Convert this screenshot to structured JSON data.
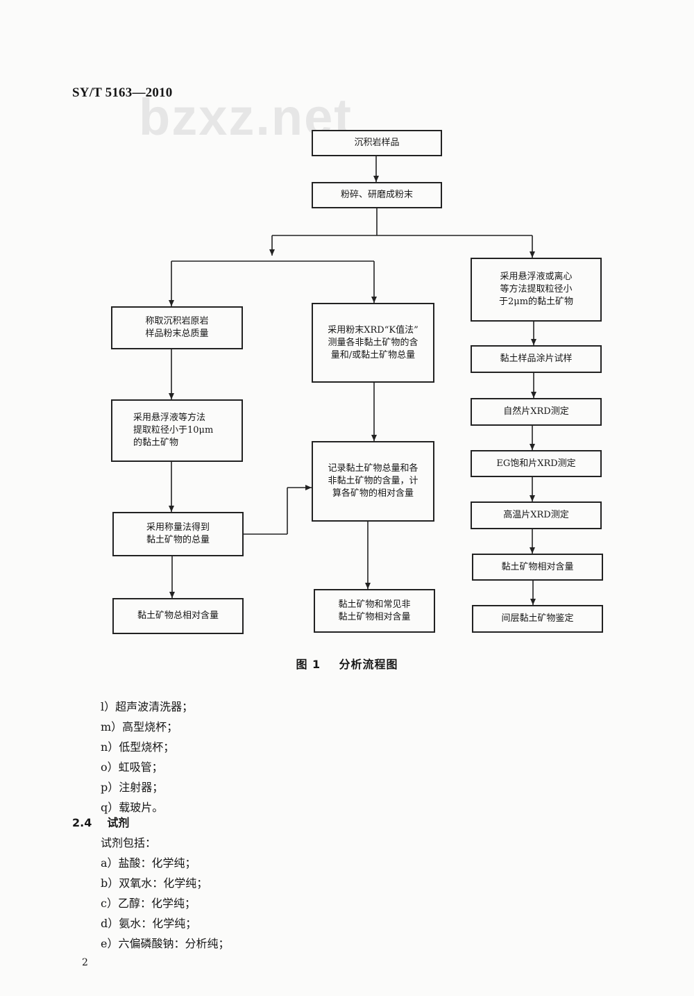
{
  "header": {
    "standard_code": "SY/T 5163—2010",
    "watermark": "bzxz.net"
  },
  "figure": {
    "caption_number": "图 1",
    "caption_text": "分析流程图",
    "nodes": {
      "sample": "沉积岩样品",
      "grind": "粉碎、研磨成粉末",
      "l_weigh": "称取沉积岩原岩\n样品粉末总质量",
      "l_extract": "采用悬浮液等方法\n提取粒径小于10μm\n的黏土矿物",
      "l_total": "采用称量法得到\n黏土矿物的总量",
      "l_result": "黏土矿物总相对含量",
      "m_xrd": "采用粉末XRD“K值法”\n测量各非黏土矿物的含\n量和/或黏土矿物总量",
      "m_record": "记录黏土矿物总量和各\n非黏土矿物的含量，计\n算各矿物的相对含量",
      "m_result": "黏土矿物和常见非\n黏土矿物相对含量",
      "r_extract": "采用悬浮液或离心\n等方法提取粒径小\n于2μm的黏土矿物",
      "r_smear": "黏土样品涂片试样",
      "r_natural": "自然片XRD测定",
      "r_eg": "EG饱和片XRD测定",
      "r_heat": "高温片XRD测定",
      "r_relative": "黏土矿物相对含量",
      "r_mixed": "间层黏土矿物鉴定"
    }
  },
  "equipment_list": [
    "l）超声波清洗器；",
    "m）高型烧杯；",
    "n）低型烧杯；",
    "o）虹吸管；",
    "p）注射器；",
    "q）载玻片。"
  ],
  "section": {
    "number": "2.4",
    "title": "试剂"
  },
  "reagents": [
    "试剂包括：",
    "a）盐酸：化学纯；",
    "b）双氧水：化学纯；",
    "c）乙醇：化学纯；",
    "d）氨水：化学纯；",
    "e）六偏磷酸钠：分析纯；"
  ],
  "page_number": "2"
}
